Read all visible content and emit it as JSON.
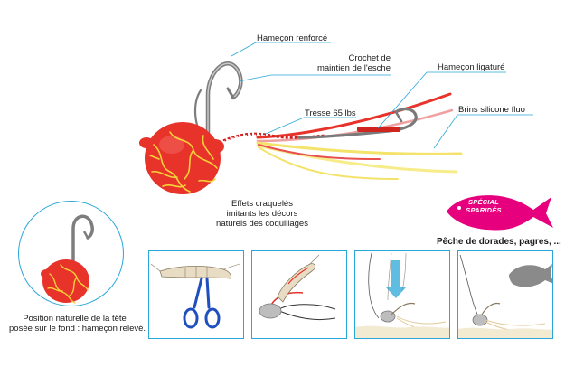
{
  "callouts": {
    "hook_reinforced": "Hameçon renforcé",
    "bait_hook_line1": "Crochet de",
    "bait_hook_line2": "maintien de l'esche",
    "braid": "Tresse 65 lbs",
    "tied_hook": "Hameçon ligaturé",
    "silicone_strands": "Brins silicone fluo"
  },
  "inset": {
    "caption_line1": "Position naturelle de la tête",
    "caption_line2": "posée sur le fond : hameçon relevé."
  },
  "effects": {
    "line1": "Effets craquelés",
    "line2": "imitants les décors",
    "line3": "naturels des coquillages"
  },
  "badge": {
    "line1": "SPÉCIAL",
    "line2": "SPARIDÉS"
  },
  "target_fish": "Pêche de dorades, pagres, ...",
  "colors": {
    "accent_blue": "#2aa7d8",
    "lure_red": "#e8332a",
    "crackle_yellow": "#f6d23a",
    "badge_pink": "#e6007e"
  }
}
